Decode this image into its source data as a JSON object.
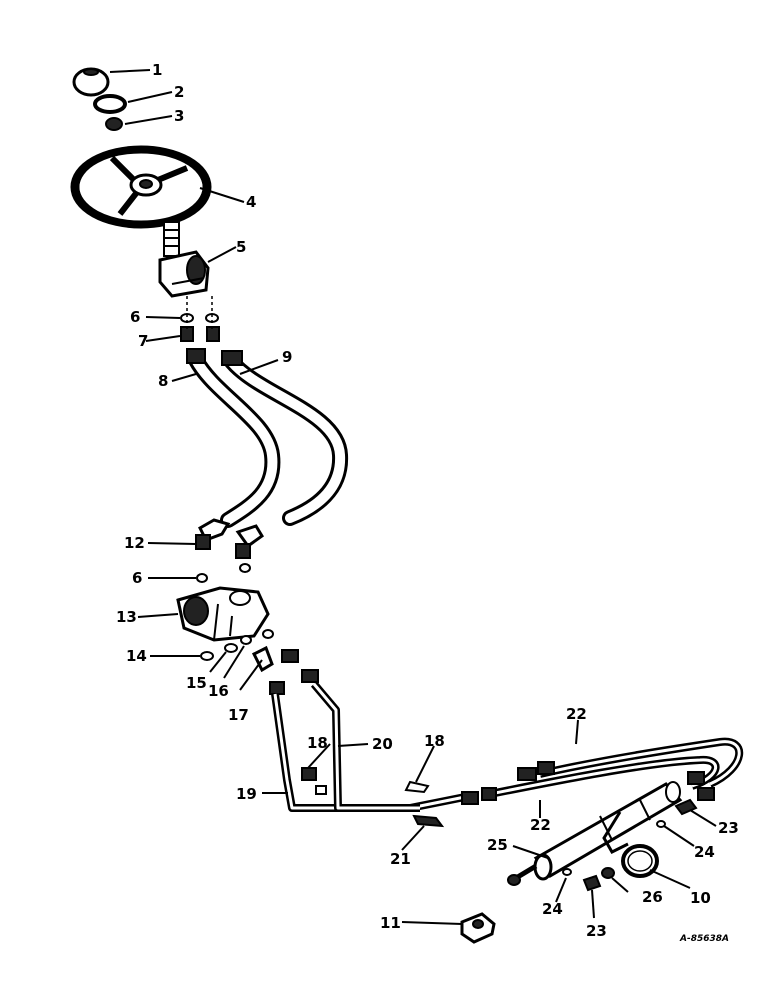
{
  "callouts": {
    "c1": "1",
    "c2": "2",
    "c3": "3",
    "c4": "4",
    "c5": "5",
    "c6a": "6",
    "c6b": "6",
    "c7": "7",
    "c8": "8",
    "c9": "9",
    "c10": "10",
    "c11": "11",
    "c12": "12",
    "c13": "13",
    "c14": "14",
    "c15": "15",
    "c16": "16",
    "c17": "17",
    "c18a": "18",
    "c18b": "18",
    "c19": "19",
    "c20": "20",
    "c21": "21",
    "c22a": "22",
    "c22b": "22",
    "c23a": "23",
    "c23b": "23",
    "c24a": "24",
    "c24b": "24",
    "c25": "25",
    "c26": "26"
  },
  "reference": "A-85638A"
}
